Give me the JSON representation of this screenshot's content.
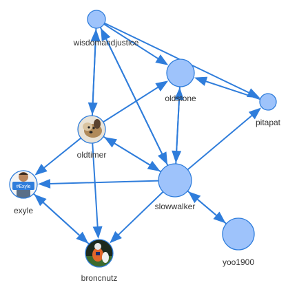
{
  "graph": {
    "nodes": [
      {
        "id": "wisdomandjustice",
        "label": "wisdomandjustice",
        "style": "plain"
      },
      {
        "id": "oldstone",
        "label": "oldstone",
        "style": "plain"
      },
      {
        "id": "pitapat",
        "label": "pitapat",
        "style": "plain"
      },
      {
        "id": "oldtimer",
        "label": "oldtimer",
        "style": "avatar",
        "avatar": "dog-photo"
      },
      {
        "id": "slowwalker",
        "label": "slowwalker",
        "style": "plain"
      },
      {
        "id": "exyle",
        "label": "exyle",
        "style": "avatar",
        "avatar": "person-sign-photo",
        "avatar_text": "#Exyle"
      },
      {
        "id": "broncnutz",
        "label": "broncnutz",
        "style": "avatar",
        "avatar": "football-photo"
      },
      {
        "id": "yoo1900",
        "label": "yoo1900",
        "style": "plain"
      }
    ],
    "edges": [
      {
        "from": "wisdomandjustice",
        "to": "oldtimer"
      },
      {
        "from": "wisdomandjustice",
        "to": "oldstone"
      },
      {
        "from": "wisdomandjustice",
        "to": "pitapat"
      },
      {
        "from": "wisdomandjustice",
        "to": "slowwalker"
      },
      {
        "from": "slowwalker",
        "to": "wisdomandjustice"
      },
      {
        "from": "oldtimer",
        "to": "wisdomandjustice"
      },
      {
        "from": "oldtimer",
        "to": "oldstone"
      },
      {
        "from": "oldtimer",
        "to": "exyle"
      },
      {
        "from": "oldtimer",
        "to": "slowwalker"
      },
      {
        "from": "slowwalker",
        "to": "oldtimer"
      },
      {
        "from": "oldtimer",
        "to": "broncnutz"
      },
      {
        "from": "oldstone",
        "to": "slowwalker"
      },
      {
        "from": "slowwalker",
        "to": "oldstone"
      },
      {
        "from": "pitapat",
        "to": "oldstone"
      },
      {
        "from": "slowwalker",
        "to": "pitapat"
      },
      {
        "from": "slowwalker",
        "to": "exyle"
      },
      {
        "from": "slowwalker",
        "to": "broncnutz"
      },
      {
        "from": "slowwalker",
        "to": "yoo1900"
      },
      {
        "from": "yoo1900",
        "to": "slowwalker"
      },
      {
        "from": "exyle",
        "to": "broncnutz"
      },
      {
        "from": "broncnutz",
        "to": "exyle"
      }
    ],
    "colors": {
      "edge": "#2f7ddb",
      "node_fill": "#9ec3fb",
      "node_stroke": "#2f7ddb",
      "label": "#333333"
    }
  }
}
